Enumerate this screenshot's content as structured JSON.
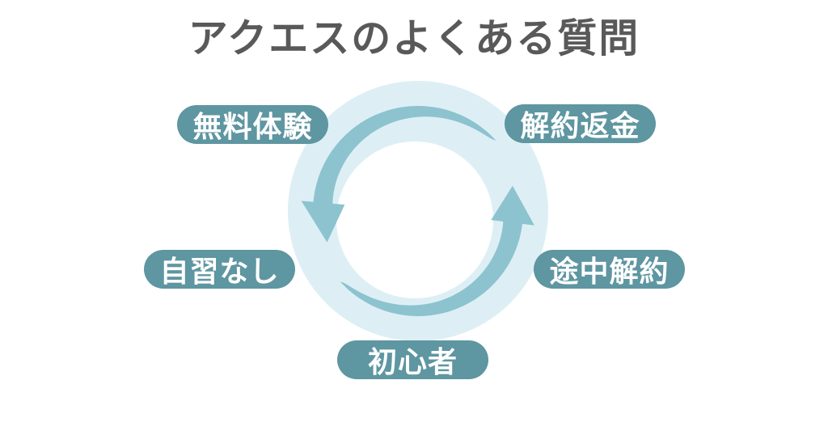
{
  "title": "アクエスのよくある質問",
  "cycle": {
    "labels": [
      {
        "id": "free-trial",
        "text": "無料体験"
      },
      {
        "id": "cancellation-refund",
        "text": "解約返金"
      },
      {
        "id": "no-self-study",
        "text": "自習なし"
      },
      {
        "id": "mid-course-cancellation",
        "text": "途中解約"
      },
      {
        "id": "beginner",
        "text": "初心者"
      }
    ],
    "icon": "counterclockwise-cycle-arrows-icon"
  },
  "colors": {
    "background": "#ffffff",
    "title_text": "#595959",
    "pill_bg": "#5e96a1",
    "pill_text": "#ffffff",
    "circle_bg": "#ddeff5",
    "circle_inner": "#ffffff",
    "arrow": "#8cc3cf"
  }
}
